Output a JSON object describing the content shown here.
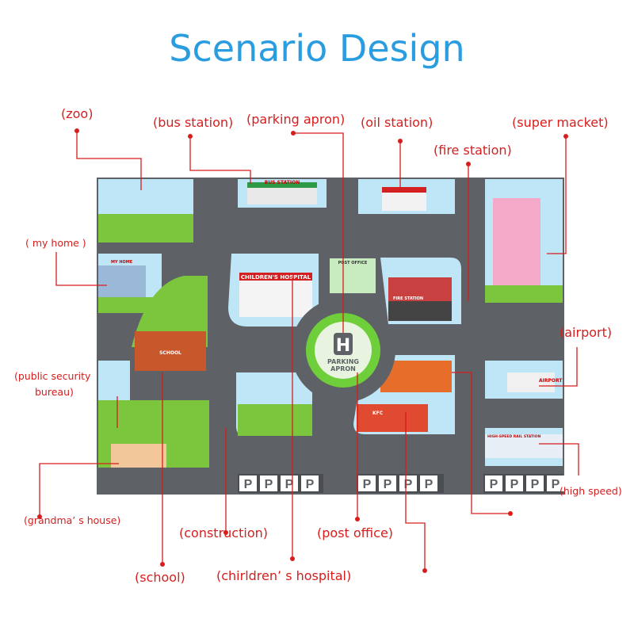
{
  "title": "Scenario Design",
  "colors": {
    "title": "#2a9de0",
    "annotation": "#d81d1d",
    "road": "#5e6266",
    "grass": "#7cc63e",
    "sky": "#bfe6f7"
  },
  "labels": {
    "zoo": "(zoo)",
    "bus_station": "(bus station)",
    "parking_apron": "(parking apron)",
    "oil_station": "(oil station)",
    "fire_station": "(fire station)",
    "super_market": "(super macket)",
    "my_home": "( my home )",
    "airport": "(airport)",
    "public_security_line1": "(public security",
    "public_security_line2": "bureau)",
    "high_speed": "(high speed)",
    "grandmas_house": "(grandma’ s house)",
    "construction": "(construction)",
    "post_office": "(post office)",
    "school": "(school)",
    "childrens_hospital": "(chirldren’ s hospital)"
  },
  "map_text": {
    "bus_station": "BUS STATION",
    "childrens_hospital": "CHILDREN'S HOSPITAL",
    "post_office": "POST OFFICE",
    "fire_station": "FIRE STATION",
    "school": "SCHOOL",
    "my_home": "MY HOME",
    "airport": "AIRPORT",
    "high_speed": "HIGH-SPEED RAIL STATION",
    "kfc": "KFC",
    "heli": "H",
    "parking1": "PARKING",
    "parking2": "APRON",
    "parking_p": "P"
  }
}
